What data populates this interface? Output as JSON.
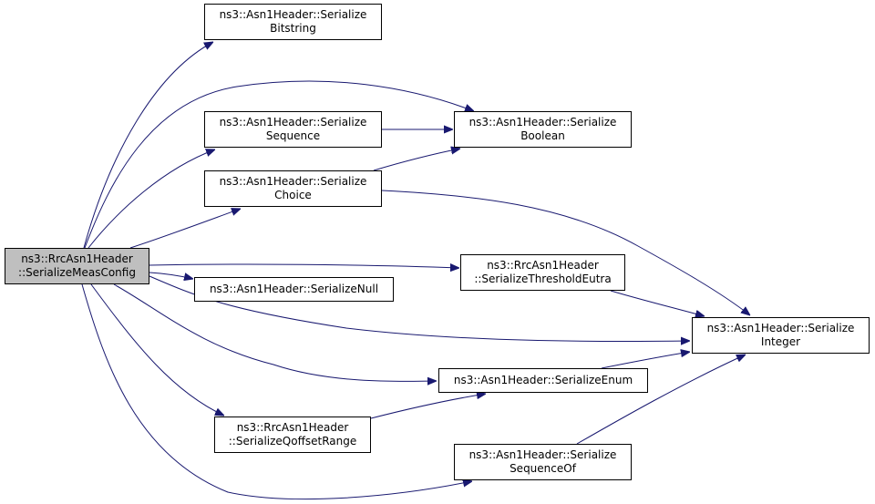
{
  "graph": {
    "edge_color": "#191970",
    "root_fill": "#bfbfbf",
    "node_fill": "#ffffff",
    "nodes": [
      {
        "id": "root",
        "lines": [
          "ns3::RrcAsn1Header",
          "::SerializeMeasConfig"
        ],
        "root": true
      },
      {
        "id": "bitstring",
        "lines": [
          "ns3::Asn1Header::Serialize",
          "Bitstring"
        ]
      },
      {
        "id": "sequence",
        "lines": [
          "ns3::Asn1Header::Serialize",
          "Sequence"
        ]
      },
      {
        "id": "choice",
        "lines": [
          "ns3::Asn1Header::Serialize",
          "Choice"
        ]
      },
      {
        "id": "boolean",
        "lines": [
          "ns3::Asn1Header::Serialize",
          "Boolean"
        ]
      },
      {
        "id": "null",
        "lines": [
          "ns3::Asn1Header::SerializeNull"
        ]
      },
      {
        "id": "threshold",
        "lines": [
          "ns3::RrcAsn1Header",
          "::SerializeThresholdEutra"
        ]
      },
      {
        "id": "integer",
        "lines": [
          "ns3::Asn1Header::Serialize",
          "Integer"
        ]
      },
      {
        "id": "enum",
        "lines": [
          "ns3::Asn1Header::SerializeEnum"
        ]
      },
      {
        "id": "qoffset",
        "lines": [
          "ns3::RrcAsn1Header",
          "::SerializeQoffsetRange"
        ]
      },
      {
        "id": "sequenceof",
        "lines": [
          "ns3::Asn1Header::Serialize",
          "SequenceOf"
        ]
      }
    ],
    "edges": [
      [
        "root",
        "bitstring"
      ],
      [
        "root",
        "boolean"
      ],
      [
        "root",
        "sequence"
      ],
      [
        "root",
        "choice"
      ],
      [
        "root",
        "threshold"
      ],
      [
        "root",
        "null"
      ],
      [
        "root",
        "integer"
      ],
      [
        "root",
        "enum"
      ],
      [
        "root",
        "qoffset"
      ],
      [
        "root",
        "sequenceof"
      ],
      [
        "sequence",
        "boolean"
      ],
      [
        "choice",
        "boolean"
      ],
      [
        "choice",
        "integer"
      ],
      [
        "threshold",
        "integer"
      ],
      [
        "enum",
        "integer"
      ],
      [
        "qoffset",
        "enum"
      ],
      [
        "sequenceof",
        "integer"
      ]
    ]
  }
}
